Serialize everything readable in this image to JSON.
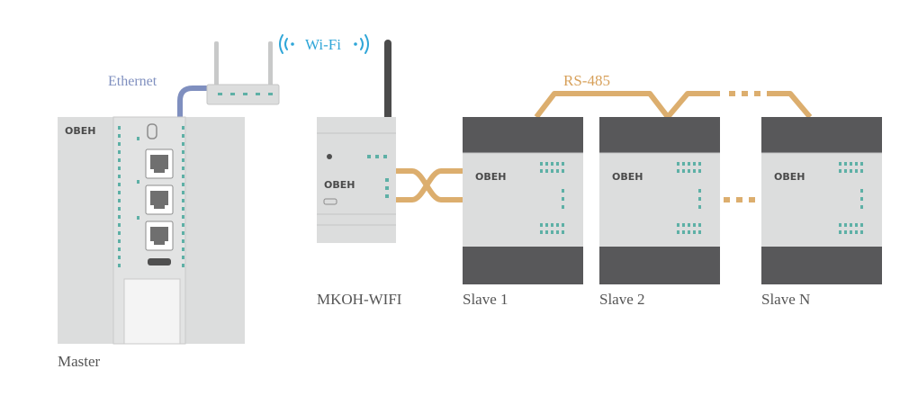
{
  "labels": {
    "ethernet": "Ethernet",
    "wifi": "Wi-Fi",
    "rs485": "RS-485",
    "master": "Master",
    "mkon": "MKOH-WIFI",
    "slave1": "Slave 1",
    "slave2": "Slave 2",
    "slaveN": "Slave N"
  },
  "logo_text": "OBEH",
  "colors": {
    "device_body": "#dcdddd",
    "device_dark": "#58585a",
    "led": "#5eb0a6",
    "cable_ethernet": "#7f8fbf",
    "cable_rs485": "#dcae6e",
    "wifi_signal": "#2fa6d8",
    "antenna": "#4b4b4b",
    "label_text": "#555555"
  },
  "icons": {
    "wifi_left": "wifi-waves-left-icon",
    "wifi_right": "wifi-waves-right-icon",
    "ethernet_port": "rj45-port-icon"
  }
}
